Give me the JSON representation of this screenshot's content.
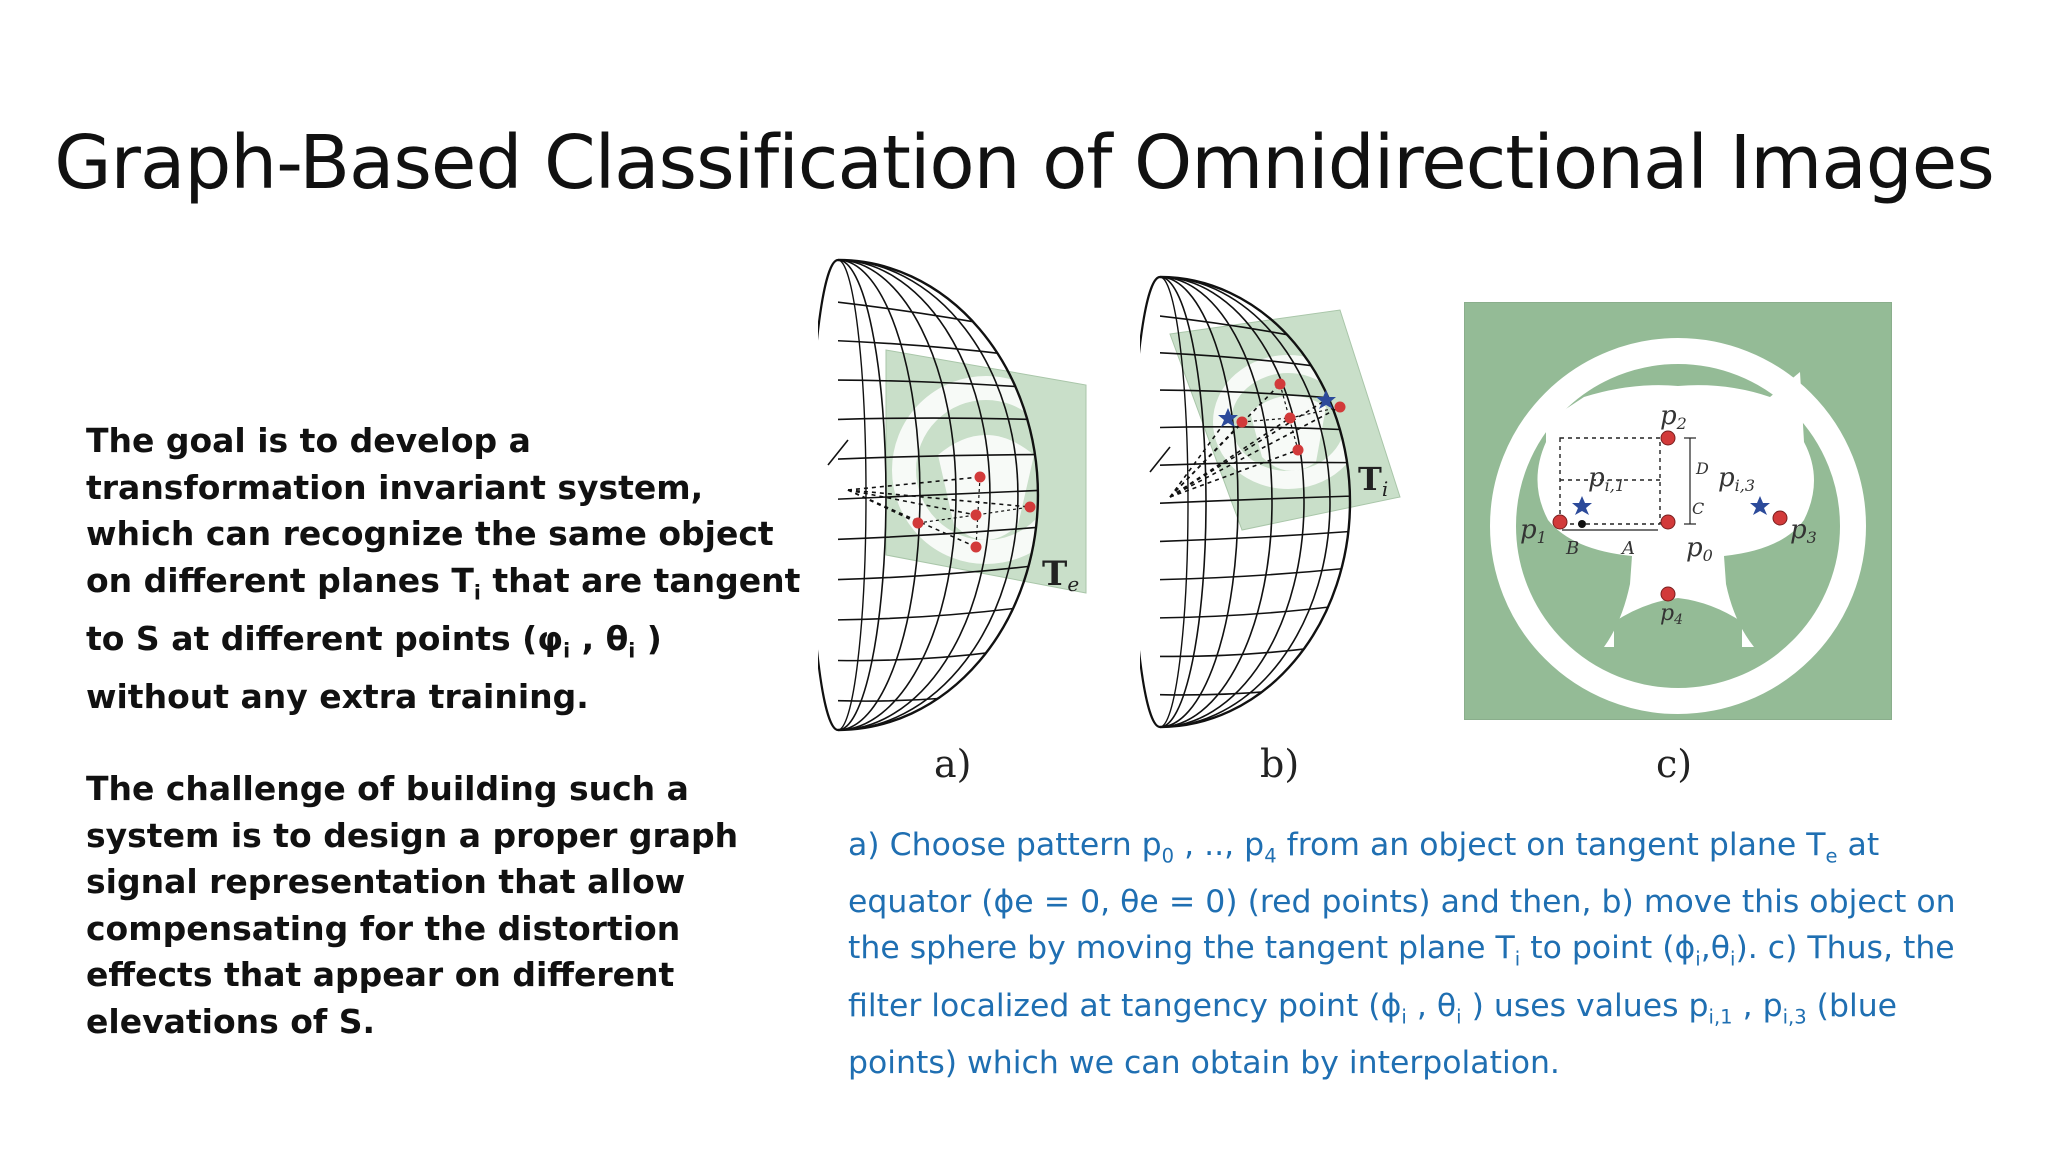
{
  "slide": {
    "title": "Graph-Based Classification of Omnidirectional Images"
  },
  "left": {
    "p1": {
      "before": "The goal is to develop a transformation invariant system, which can recognize the same object on different planes T",
      "sub1": "i",
      "mid": " that are tangent to S at different points (φ",
      "sub2": "i",
      "mid2": " , θ",
      "sub3": "i",
      "after": " ) without any extra training."
    },
    "p2": "The challenge of building such a system is to design a proper graph signal representation that allow compensating for the distortion effects that appear on different elevations of S."
  },
  "figures": {
    "a": {
      "label": "a)",
      "plane_label": "T",
      "plane_sub": "e"
    },
    "b": {
      "label": "b)",
      "plane_label": "T",
      "plane_sub": "i"
    },
    "c": {
      "label": "c)",
      "points": {
        "p0": "p",
        "p0_sub": "0",
        "p1": "p",
        "p1_sub": "1",
        "p2": "p",
        "p2_sub": "2",
        "p3": "p",
        "p3_sub": "3",
        "p4": "p",
        "p4_sub": "4",
        "pi1": "p",
        "pi1_sub": "i,1",
        "pi3": "p",
        "pi3_sub": "i,3"
      },
      "dims": {
        "A": "A",
        "B": "B",
        "C": "C",
        "D": "D"
      }
    }
  },
  "caption": {
    "t1": "a) Choose pattern p",
    "s1": "0",
    "t2": " , .., p",
    "s2": "4",
    "t3": " from an object on tangent plane T",
    "s3": "e",
    "t4": " at equator (ϕe = 0, θe = 0) (red points) and then, b) move this object on the sphere by moving the tangent plane T",
    "s4": "i",
    "t5": " to point (ϕ",
    "s5": "i",
    "t6": ",θ",
    "s6": "i",
    "t7": "). c) Thus, the filter localized at tangency point (ϕ",
    "s7": "i",
    "t8": " , θ",
    "s8": "i",
    "t9": " ) uses values p",
    "s9": "i,1",
    "t10": " , p",
    "s10": "i,3",
    "t11": " (blue points) which we can obtain by interpolation."
  },
  "colors": {
    "green_panel": "#94bb96",
    "plane_green": "#c9dfc9",
    "red_point": "#d23a3a",
    "blue_star": "#2c4a9a",
    "caption_blue": "#1f6fb2"
  }
}
